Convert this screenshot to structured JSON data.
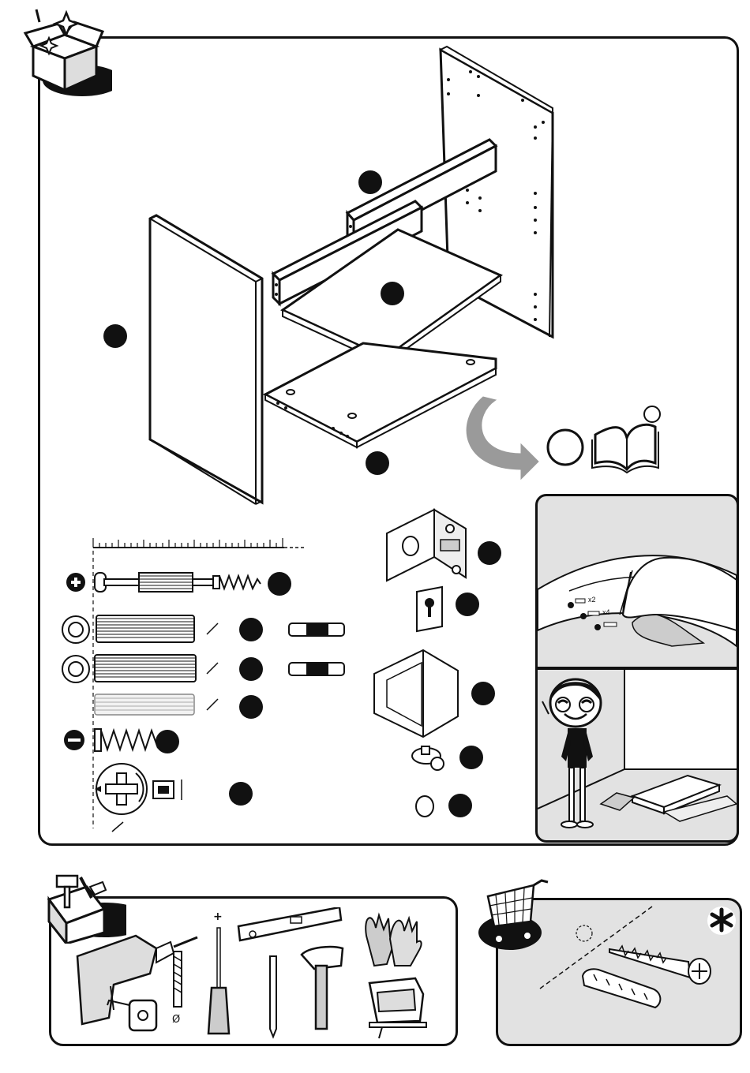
{
  "instructions": {
    "tool_screwdriver_label": "+",
    "tool_drill_label": "Ø",
    "hardware_pack_texts": [
      "x2",
      "x4"
    ]
  },
  "parts_callouts": {
    "count": 14
  },
  "colors": {
    "outline": "#111111",
    "panel_gray": "#e2e2e2",
    "badge": "#111111",
    "arrow_gray": "#9a9a9a"
  }
}
